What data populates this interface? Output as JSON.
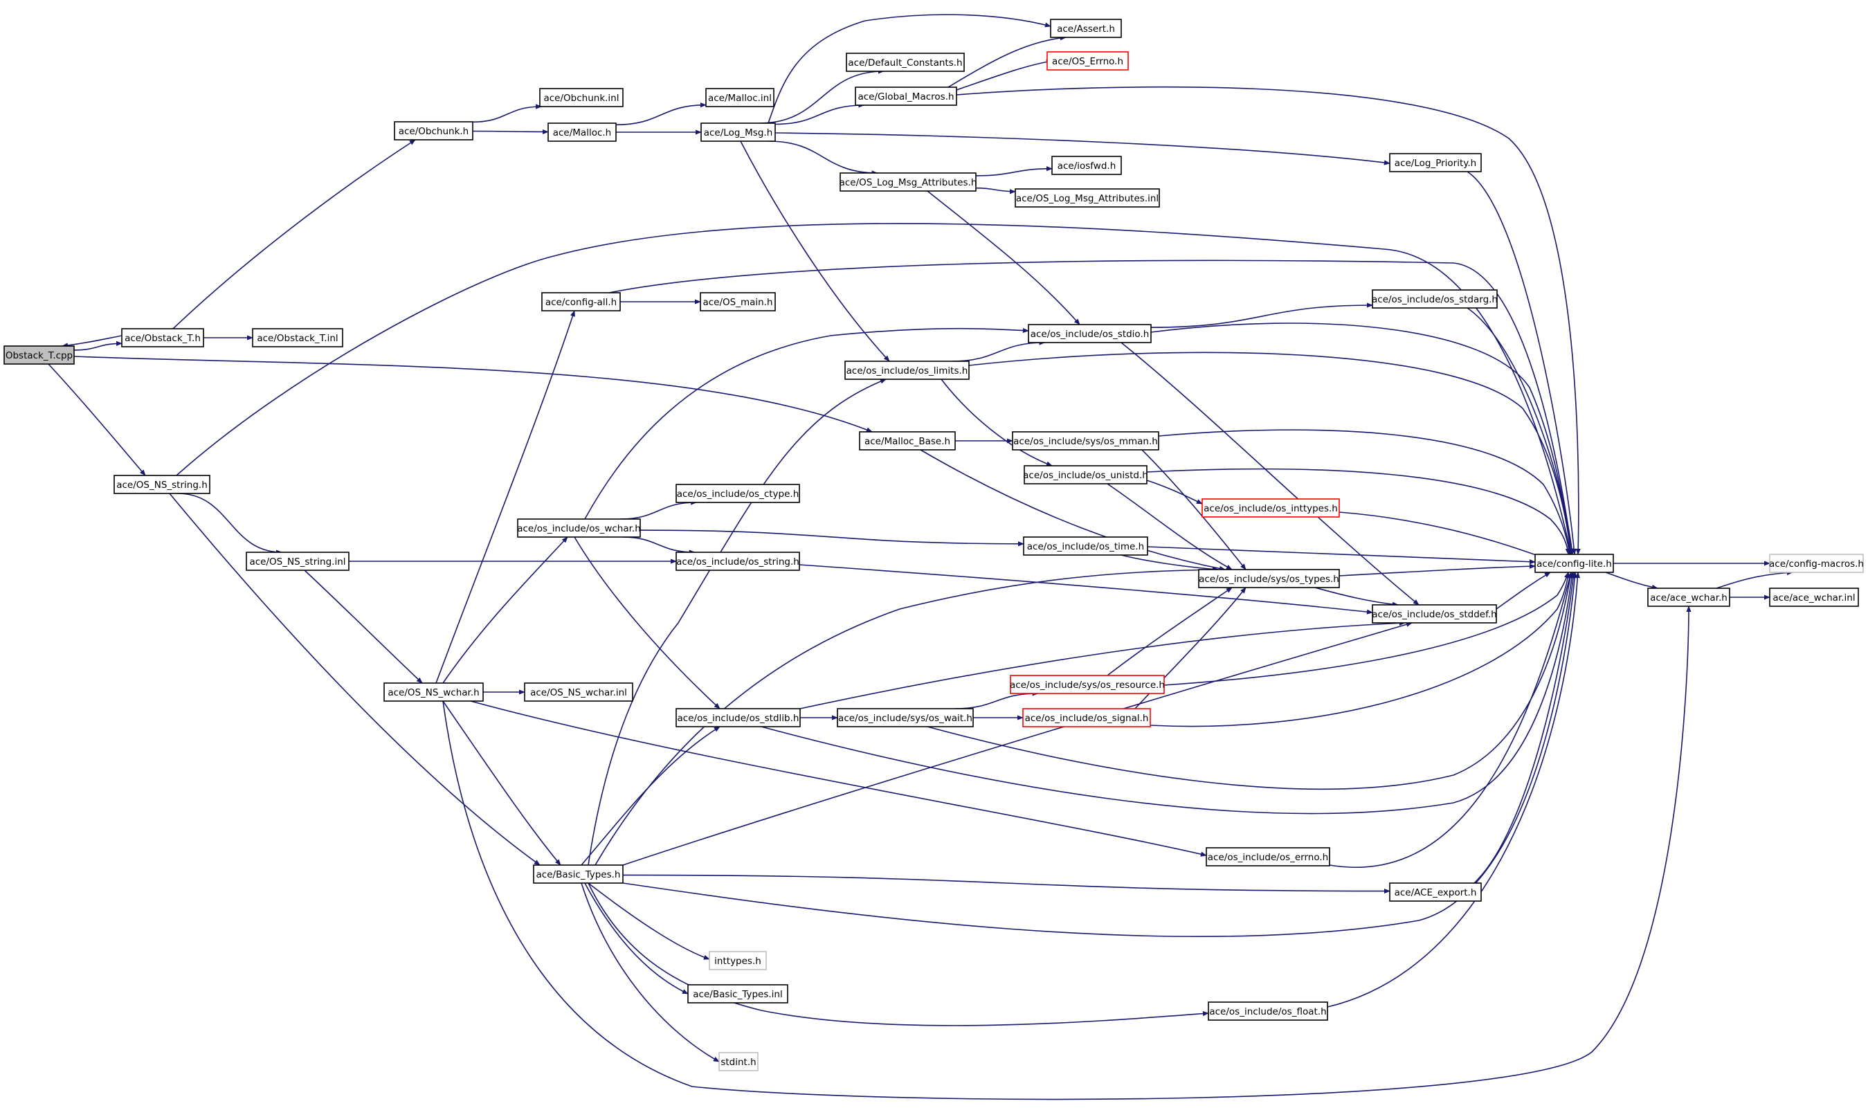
{
  "nodes": [
    {
      "id": "root",
      "label": "Obstack_T.cpp",
      "style": "root"
    },
    {
      "id": "obstackTh",
      "label": "ace/Obstack_T.h"
    },
    {
      "id": "obstackTinl",
      "label": "ace/Obstack_T.inl"
    },
    {
      "id": "obchunkh",
      "label": "ace/Obchunk.h"
    },
    {
      "id": "obchunkinl",
      "label": "ace/Obchunk.inl"
    },
    {
      "id": "mallocinl",
      "label": "ace/Malloc.inl"
    },
    {
      "id": "malloch",
      "label": "ace/Malloc.h"
    },
    {
      "id": "logmsgh",
      "label": "ace/Log_Msg.h"
    },
    {
      "id": "defconsth",
      "label": "ace/Default_Constants.h"
    },
    {
      "id": "globalmacrosh",
      "label": "ace/Global_Macros.h"
    },
    {
      "id": "asserth",
      "label": "ace/Assert.h"
    },
    {
      "id": "oserrnoh",
      "label": "ace/OS_Errno.h",
      "style": "red"
    },
    {
      "id": "oslogmsgattrh",
      "label": "ace/OS_Log_Msg_Attributes.h"
    },
    {
      "id": "iosfwdh",
      "label": "ace/iosfwd.h"
    },
    {
      "id": "oslogmsgattrinl",
      "label": "ace/OS_Log_Msg_Attributes.inl"
    },
    {
      "id": "logpriorityh",
      "label": "ace/Log_Priority.h"
    },
    {
      "id": "configallh",
      "label": "ace/config-all.h"
    },
    {
      "id": "osmainh",
      "label": "ace/OS_main.h"
    },
    {
      "id": "osstdargh",
      "label": "ace/os_include/os_stdarg.h"
    },
    {
      "id": "osstdioh",
      "label": "ace/os_include/os_stdio.h"
    },
    {
      "id": "oslimitsh",
      "label": "ace/os_include/os_limits.h"
    },
    {
      "id": "mallocbaseh",
      "label": "ace/Malloc_Base.h"
    },
    {
      "id": "osmmanh",
      "label": "ace/os_include/sys/os_mman.h"
    },
    {
      "id": "osunistdh",
      "label": "ace/os_include/os_unistd.h"
    },
    {
      "id": "osinttypesh",
      "label": "ace/os_include/os_inttypes.h",
      "style": "red"
    },
    {
      "id": "osnsstringh",
      "label": "ace/OS_NS_string.h"
    },
    {
      "id": "osctypeh",
      "label": "ace/os_include/os_ctype.h"
    },
    {
      "id": "oswcharh",
      "label": "ace/os_include/os_wchar.h"
    },
    {
      "id": "ostimeh",
      "label": "ace/os_include/os_time.h"
    },
    {
      "id": "osnsstringinl",
      "label": "ace/OS_NS_string.inl"
    },
    {
      "id": "osstringh",
      "label": "ace/os_include/os_string.h"
    },
    {
      "id": "ostypesh",
      "label": "ace/os_include/sys/os_types.h"
    },
    {
      "id": "configliteh",
      "label": "ace/config-lite.h"
    },
    {
      "id": "configmacrosh",
      "label": "ace/config-macros.h",
      "style": "gray"
    },
    {
      "id": "osstddefh",
      "label": "ace/os_include/os_stddef.h"
    },
    {
      "id": "acewcharh",
      "label": "ace/ace_wchar.h"
    },
    {
      "id": "acewcharinl",
      "label": "ace/ace_wchar.inl"
    },
    {
      "id": "osresourceh",
      "label": "ace/os_include/sys/os_resource.h",
      "style": "red"
    },
    {
      "id": "osnswcharh",
      "label": "ace/OS_NS_wchar.h"
    },
    {
      "id": "osnswcharinl",
      "label": "ace/OS_NS_wchar.inl"
    },
    {
      "id": "osstdlibh",
      "label": "ace/os_include/os_stdlib.h"
    },
    {
      "id": "oswaith",
      "label": "ace/os_include/sys/os_wait.h"
    },
    {
      "id": "ossignalh",
      "label": "ace/os_include/os_signal.h",
      "style": "red"
    },
    {
      "id": "oserrnoh2",
      "label": "ace/os_include/os_errno.h"
    },
    {
      "id": "basictypesh",
      "label": "ace/Basic_Types.h"
    },
    {
      "id": "aceexporth",
      "label": "ace/ACE_export.h"
    },
    {
      "id": "inttypesh",
      "label": "inttypes.h",
      "style": "gray"
    },
    {
      "id": "basictypesinl",
      "label": "ace/Basic_Types.inl"
    },
    {
      "id": "osfloath",
      "label": "ace/os_include/os_float.h"
    },
    {
      "id": "stdinth",
      "label": "stdint.h",
      "style": "gray"
    }
  ],
  "edges": [
    [
      "root",
      "obstackTh"
    ],
    [
      "obstackTh",
      "root"
    ],
    [
      "obstackTh",
      "obstackTinl"
    ],
    [
      "obstackTh",
      "obchunkh"
    ],
    [
      "obchunkh",
      "obchunkinl"
    ],
    [
      "obchunkh",
      "malloch"
    ],
    [
      "malloch",
      "mallocinl"
    ],
    [
      "malloch",
      "logmsgh"
    ],
    [
      "logmsgh",
      "defconsth"
    ],
    [
      "logmsgh",
      "globalmacrosh"
    ],
    [
      "logmsgh",
      "asserth"
    ],
    [
      "globalmacrosh",
      "asserth"
    ],
    [
      "globalmacrosh",
      "oserrnoh"
    ],
    [
      "globalmacrosh",
      "configliteh"
    ],
    [
      "logmsgh",
      "logpriorityh"
    ],
    [
      "logmsgh",
      "oslogmsgattrh"
    ],
    [
      "logmsgh",
      "oslimitsh"
    ],
    [
      "oslogmsgattrh",
      "iosfwdh"
    ],
    [
      "oslogmsgattrh",
      "oslogmsgattrinl"
    ],
    [
      "oslogmsgattrh",
      "osstdioh"
    ],
    [
      "logpriorityh",
      "configliteh"
    ],
    [
      "root",
      "mallocbaseh"
    ],
    [
      "root",
      "osnsstringh"
    ],
    [
      "osnsstringh",
      "configliteh"
    ],
    [
      "osnsstringh",
      "osnsstringinl"
    ],
    [
      "osnsstringh",
      "basictypesh"
    ],
    [
      "configallh",
      "osmainh"
    ],
    [
      "configallh",
      "configliteh"
    ],
    [
      "osstdioh",
      "osstdargh"
    ],
    [
      "osstdioh",
      "configliteh"
    ],
    [
      "osstdioh",
      "osstddefh"
    ],
    [
      "oslimitsh",
      "osstdioh"
    ],
    [
      "oslimitsh",
      "configliteh"
    ],
    [
      "oslimitsh",
      "osunistdh"
    ],
    [
      "mallocbaseh",
      "osmmanh"
    ],
    [
      "mallocbaseh",
      "ostypesh"
    ],
    [
      "osmmanh",
      "configliteh"
    ],
    [
      "osmmanh",
      "ostypesh"
    ],
    [
      "osunistdh",
      "configliteh"
    ],
    [
      "osunistdh",
      "osinttypesh"
    ],
    [
      "osunistdh",
      "ostypesh"
    ],
    [
      "osinttypesh",
      "configliteh"
    ],
    [
      "osstdargh",
      "configliteh"
    ],
    [
      "oswcharh",
      "osstdioh"
    ],
    [
      "oswcharh",
      "osctypeh"
    ],
    [
      "oswcharh",
      "ostimeh"
    ],
    [
      "oswcharh",
      "osstringh"
    ],
    [
      "oswcharh",
      "osstdlibh"
    ],
    [
      "ostimeh",
      "configliteh"
    ],
    [
      "ostimeh",
      "ostypesh"
    ],
    [
      "osnsstringinl",
      "osstringh"
    ],
    [
      "osnsstringinl",
      "osnswcharh"
    ],
    [
      "osstringh",
      "osstddefh"
    ],
    [
      "ostypesh",
      "configliteh"
    ],
    [
      "ostypesh",
      "osstddefh"
    ],
    [
      "osstddefh",
      "configliteh"
    ],
    [
      "configliteh",
      "configmacrosh"
    ],
    [
      "configliteh",
      "acewcharh"
    ],
    [
      "acewcharh",
      "acewcharinl"
    ],
    [
      "acewcharh",
      "configmacrosh"
    ],
    [
      "osnswcharh",
      "osnswcharinl"
    ],
    [
      "osnswcharh",
      "configallh"
    ],
    [
      "osnswcharh",
      "oswcharh"
    ],
    [
      "osnswcharh",
      "basictypesh"
    ],
    [
      "osnswcharh",
      "oserrnoh2"
    ],
    [
      "osnswcharh",
      "acewcharh"
    ],
    [
      "osstdlibh",
      "oswaith"
    ],
    [
      "osstdlibh",
      "osstddefh"
    ],
    [
      "osstdlibh",
      "configliteh"
    ],
    [
      "oswaith",
      "osresourceh"
    ],
    [
      "oswaith",
      "ossignalh"
    ],
    [
      "oswaith",
      "configliteh"
    ],
    [
      "osresourceh",
      "ostypesh"
    ],
    [
      "osresourceh",
      "configliteh"
    ],
    [
      "ossignalh",
      "configliteh"
    ],
    [
      "ossignalh",
      "ostypesh"
    ],
    [
      "oserrnoh2",
      "configliteh"
    ],
    [
      "basictypesh",
      "configliteh"
    ],
    [
      "basictypesh",
      "aceexporth"
    ],
    [
      "basictypesh",
      "oslimitsh"
    ],
    [
      "basictypesh",
      "osstdlibh"
    ],
    [
      "basictypesh",
      "ostypesh"
    ],
    [
      "basictypesh",
      "osstddefh"
    ],
    [
      "basictypesh",
      "inttypesh"
    ],
    [
      "basictypesh",
      "basictypesinl"
    ],
    [
      "basictypesh",
      "osfloath"
    ],
    [
      "basictypesh",
      "stdinth"
    ],
    [
      "aceexporth",
      "configliteh"
    ],
    [
      "osfloath",
      "configliteh"
    ]
  ]
}
